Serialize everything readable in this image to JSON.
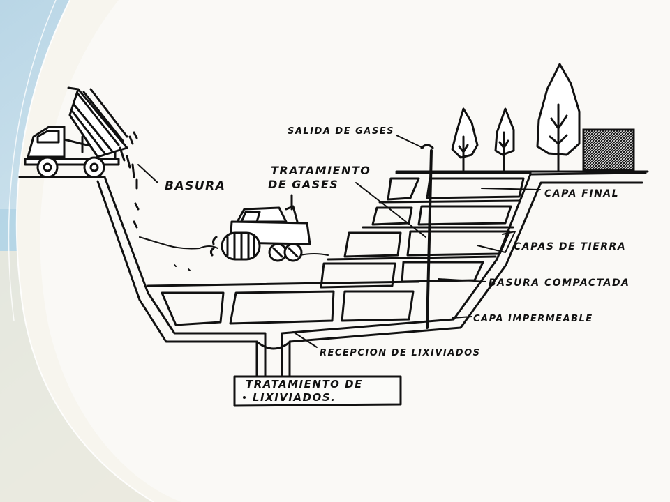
{
  "labels": {
    "basura": "BASURA",
    "salida_gases": "SALIDA DE GASES",
    "tratamiento_gases_1": "TRATAMIENTO",
    "tratamiento_gases_2": "DE GASES",
    "capa_final": "CAPA FINAL",
    "capas_tierra": "CAPAS DE TIERRA",
    "basura_compactada": "BASURA COMPACTADA",
    "capa_impermeable": "CAPA IMPERMEABLE",
    "recepcion_lixiviados": "RECEPCION DE LIXIVIADOS",
    "tratamiento_lixiviados_1": "TRATAMIENTO  DE",
    "tratamiento_lixiviados_2": "LIXIVIADOS."
  },
  "colors": {
    "ink": "#111111",
    "slide_blue": "#cfe3ee",
    "slide_beige": "#f1ecdd"
  }
}
